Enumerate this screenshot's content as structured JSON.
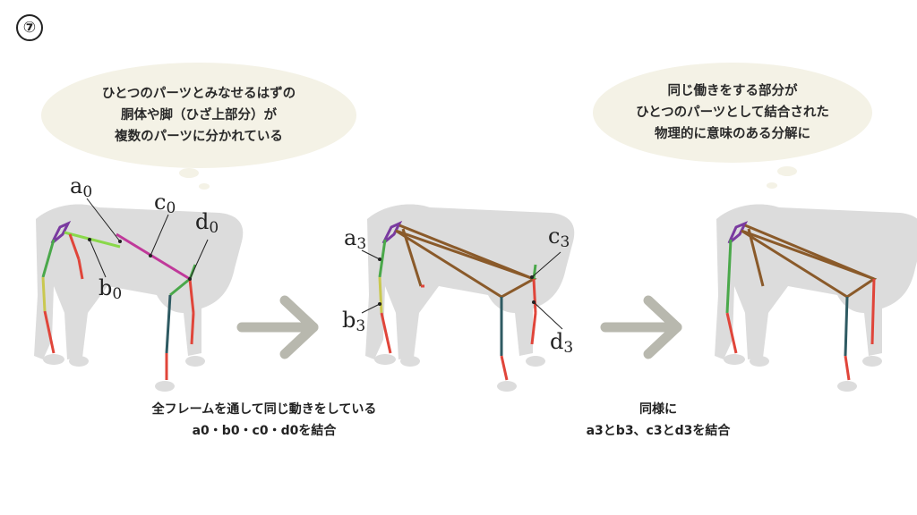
{
  "step_number": "⑦",
  "bubble_left": {
    "lines": [
      "ひとつのパーツとみなせるはずの",
      "胴体や脚（ひざ上部分）が",
      "複数のパーツに分かれている"
    ]
  },
  "bubble_right": {
    "lines": [
      "同じ働きをする部分が",
      "ひとつのパーツとして結合された",
      "物理的に意味のある分解に"
    ]
  },
  "labels_left": {
    "a": {
      "letter": "a",
      "sub": "0"
    },
    "b": {
      "letter": "b",
      "sub": "0"
    },
    "c": {
      "letter": "c",
      "sub": "0"
    },
    "d": {
      "letter": "d",
      "sub": "0"
    }
  },
  "labels_middle": {
    "a": {
      "letter": "a",
      "sub": "3"
    },
    "b": {
      "letter": "b",
      "sub": "3"
    },
    "c": {
      "letter": "c",
      "sub": "3"
    },
    "d": {
      "letter": "d",
      "sub": "3"
    }
  },
  "caption_left": [
    "全フレームを通して同じ動きをしている",
    "a0・b0・c0・d0を結合"
  ],
  "caption_right": [
    "同様に",
    "a3とb3、c3とd3を結合"
  ],
  "colors": {
    "bubble": "#f4f2e6",
    "arrow": "#b8b8ae",
    "shadow": "#dcdcdc",
    "purple": "#7a3aa0",
    "magenta": "#c0399a",
    "lime": "#8ad84a",
    "green": "#4aa84a",
    "yellow": "#c9c850",
    "red": "#e0453a",
    "teal": "#2e5a62",
    "brown": "#8a5a2a"
  }
}
